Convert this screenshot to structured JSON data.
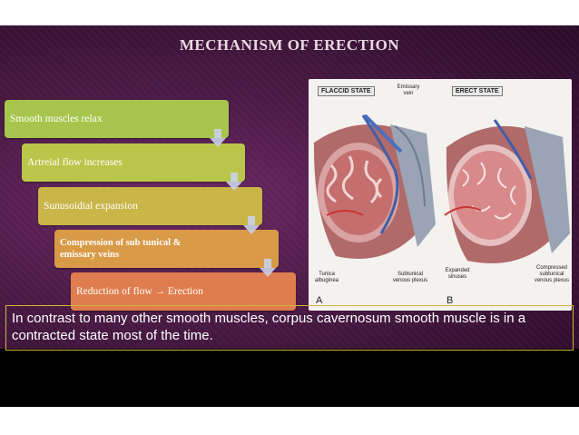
{
  "slide": {
    "title": "MECHANISM OF ERECTION",
    "steps": [
      {
        "text": "Smooth muscles relax",
        "color": "#a7c54d"
      },
      {
        "text": "Artreial flow increases",
        "color": "#b9c64a"
      },
      {
        "text": "Sunusoidial  expansion",
        "color": "#c9b548"
      },
      {
        "text": "Compression of sub tunical &",
        "text2": "emissary veins",
        "color": "#d99a47"
      },
      {
        "text": "Reduction of flow → Erection",
        "color": "#e07d4e"
      }
    ],
    "caption": "In contrast to many other smooth muscles, corpus cavernosum smooth muscle is in a contracted state most of the time.",
    "accent_colors": {
      "arrow": "#c9d1e6",
      "caption_border": "#d4b43a",
      "background": "#4a1a45"
    }
  },
  "illustration": {
    "panel_a": {
      "title": "FLACCID STATE",
      "emissary_vein": "Emissary vein",
      "tunica": "Tunica albuginea",
      "subtunical": "Subtunical venous plexus",
      "letter": "A"
    },
    "panel_b": {
      "title": "ERECT STATE",
      "expanded": "Expanded sinuses",
      "compressed": "Compressed subtunical venous plexus",
      "letter": "B"
    }
  }
}
